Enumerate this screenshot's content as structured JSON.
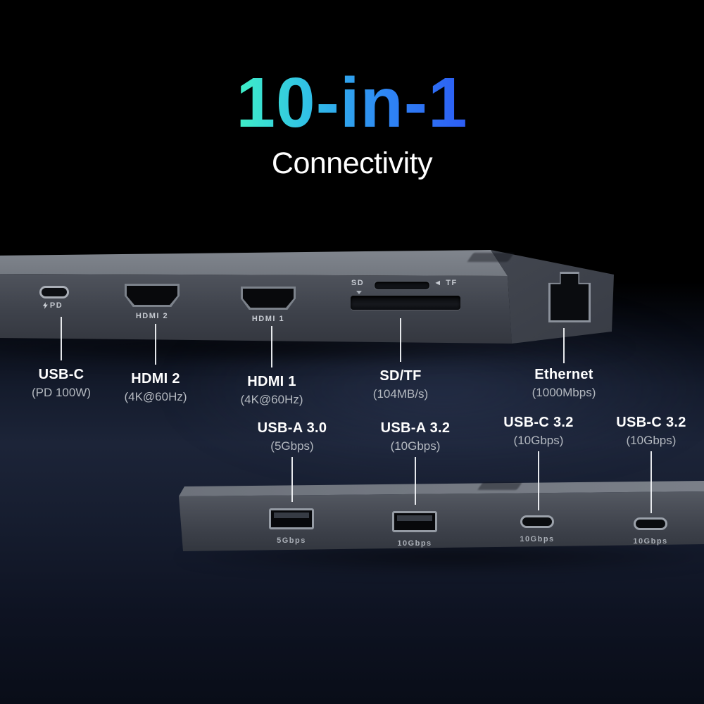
{
  "title": {
    "text": "10-in-1"
  },
  "subtitle": {
    "text": "Connectivity"
  },
  "colors": {
    "title_gradient_start": "#3FF0C6",
    "title_gradient_end": "#2D5CF4",
    "background_top": "#000000",
    "background_floor": "#1C2438",
    "label_title": "#FFFFFF",
    "label_subtitle": "#B4B9C0",
    "device_body": "#4B4F58",
    "leader_line": "#F0F2F5"
  },
  "top_device": {
    "port_prints": {
      "pd": "PD",
      "hdmi2": "HDMI 2",
      "hdmi1": "HDMI 1",
      "sd": "SD",
      "tf": "◄ TF"
    },
    "labels": [
      {
        "title": "USB-C",
        "subtitle": "(PD 100W)"
      },
      {
        "title": "HDMI 2",
        "subtitle": "(4K@60Hz)"
      },
      {
        "title": "HDMI 1",
        "subtitle": "(4K@60Hz)"
      },
      {
        "title": "SD/TF",
        "subtitle": "(104MB/s)"
      },
      {
        "title": "Ethernet",
        "subtitle": "(1000Mbps)"
      }
    ]
  },
  "bottom_device": {
    "port_prints": [
      "5Gbps",
      "10Gbps",
      "10Gbps",
      "10Gbps"
    ],
    "labels": [
      {
        "title": "USB-A 3.0",
        "subtitle": "(5Gbps)"
      },
      {
        "title": "USB-A 3.2",
        "subtitle": "(10Gbps)"
      },
      {
        "title": "USB-C 3.2",
        "subtitle": "(10Gbps)"
      },
      {
        "title": "USB-C 3.2",
        "subtitle": "(10Gbps)"
      }
    ]
  },
  "icons": {
    "lightning": "lightning-bolt"
  }
}
